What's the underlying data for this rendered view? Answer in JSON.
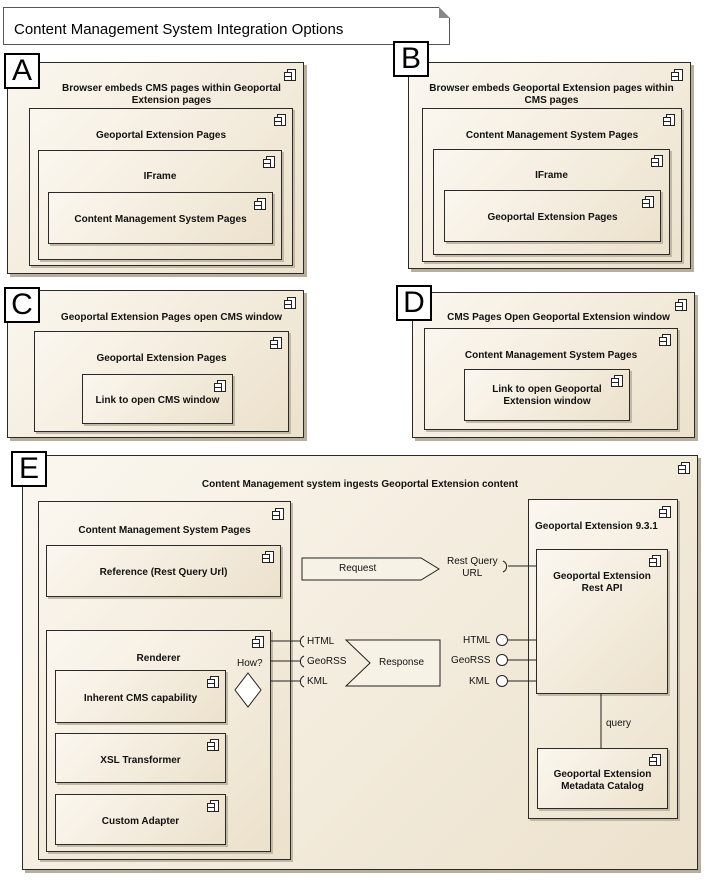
{
  "title": "Content Management System Integration Options",
  "letters": {
    "a": "A",
    "b": "B",
    "c": "C",
    "d": "D",
    "e": "E"
  },
  "A": {
    "outer": "Browser embeds CMS pages within Geoportal Extension pages",
    "mid": "Geoportal Extension Pages",
    "iframe": "IFrame",
    "inner": "Content Management System Pages"
  },
  "B": {
    "outer": "Browser embeds Geoportal Extension pages within CMS pages",
    "mid": "Content Management System Pages",
    "iframe": "IFrame",
    "inner": "Geoportal Extension Pages"
  },
  "C": {
    "outer": "Geoportal Extension Pages open CMS window",
    "mid": "Geoportal Extension Pages",
    "inner": "Link to open CMS window"
  },
  "D": {
    "outer": "CMS Pages Open Geoportal Extension window",
    "mid": "Content Management System Pages",
    "inner": "Link to open Geoportal Extension window"
  },
  "E": {
    "outer": "Content Management system ingests Geoportal Extension content",
    "cms": "Content Management System Pages",
    "reference": "Reference (Rest Query Url)",
    "renderer": "Renderer",
    "how": "How?",
    "inherent": "Inherent CMS capability",
    "xsl": "XSL Transformer",
    "custom": "Custom Adapter",
    "request": "Request",
    "response": "Response",
    "rest_query_url": "Rest Query URL",
    "rest_query_line1": "Rest Query",
    "rest_query_line2": "URL",
    "renderer_ports": [
      "HTML",
      "GeoRSS",
      "KML"
    ],
    "gpt_ports": [
      "HTML",
      "GeoRSS",
      "KML"
    ],
    "gpt": "Geoportal Extension 9.3.1",
    "rest_api": "Geoportal Extension Rest API",
    "query": "query",
    "catalog": "Geoportal Extension Metadata Catalog"
  }
}
